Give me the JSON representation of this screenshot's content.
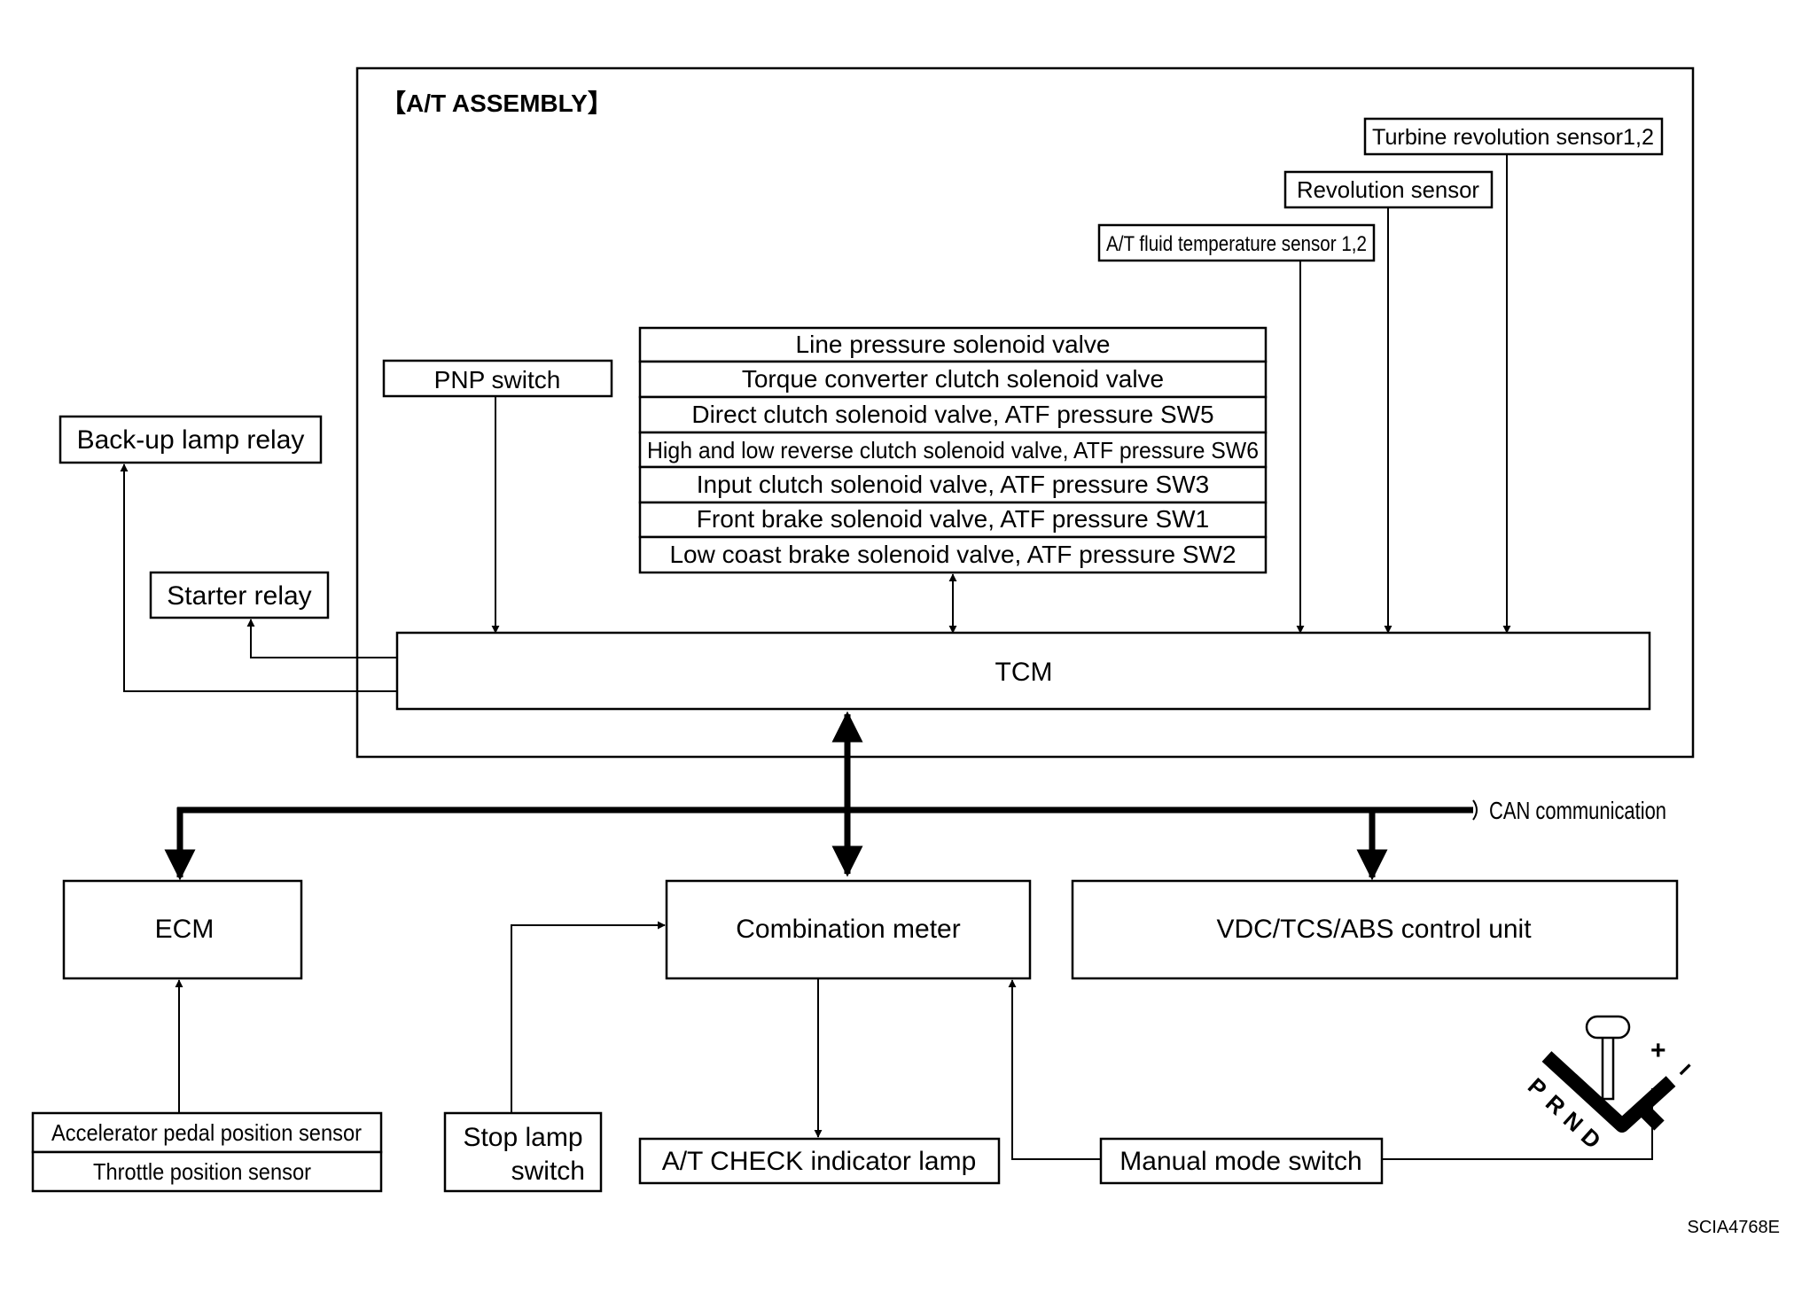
{
  "assembly": {
    "label": "【A/T ASSEMBLY】"
  },
  "sensors": {
    "turbine": "Turbine revolution sensor1,2",
    "revolution": "Revolution sensor",
    "fluid_temp": "A/T fluid temperature sensor 1,2"
  },
  "pnp_switch": "PNP switch",
  "solenoids": [
    "Line pressure solenoid valve",
    "Torque converter clutch solenoid valve",
    "Direct clutch solenoid valve, ATF pressure SW5",
    "High and low reverse clutch solenoid valve, ATF pressure SW6",
    "Input clutch solenoid valve, ATF pressure SW3",
    "Front brake solenoid valve, ATF pressure SW1",
    "Low coast brake solenoid valve, ATF pressure SW2"
  ],
  "tcm": "TCM",
  "relays": {
    "backup": "Back-up lamp relay",
    "starter": "Starter relay"
  },
  "can": "CAN communication",
  "ecm": "ECM",
  "combination_meter": "Combination meter",
  "vdc": "VDC/TCS/ABS control unit",
  "accel_sensor": "Accelerator pedal position sensor",
  "throttle_sensor": "Throttle position sensor",
  "stop_lamp": {
    "line1": "Stop lamp",
    "line2": "switch"
  },
  "check_lamp": "A/T CHECK indicator lamp",
  "manual_mode": "Manual mode switch",
  "shifter": {
    "p": "P",
    "r": "R",
    "n": "N",
    "d": "D",
    "plus": "+",
    "minus": "−"
  },
  "figure_code": "SCIA4768E"
}
